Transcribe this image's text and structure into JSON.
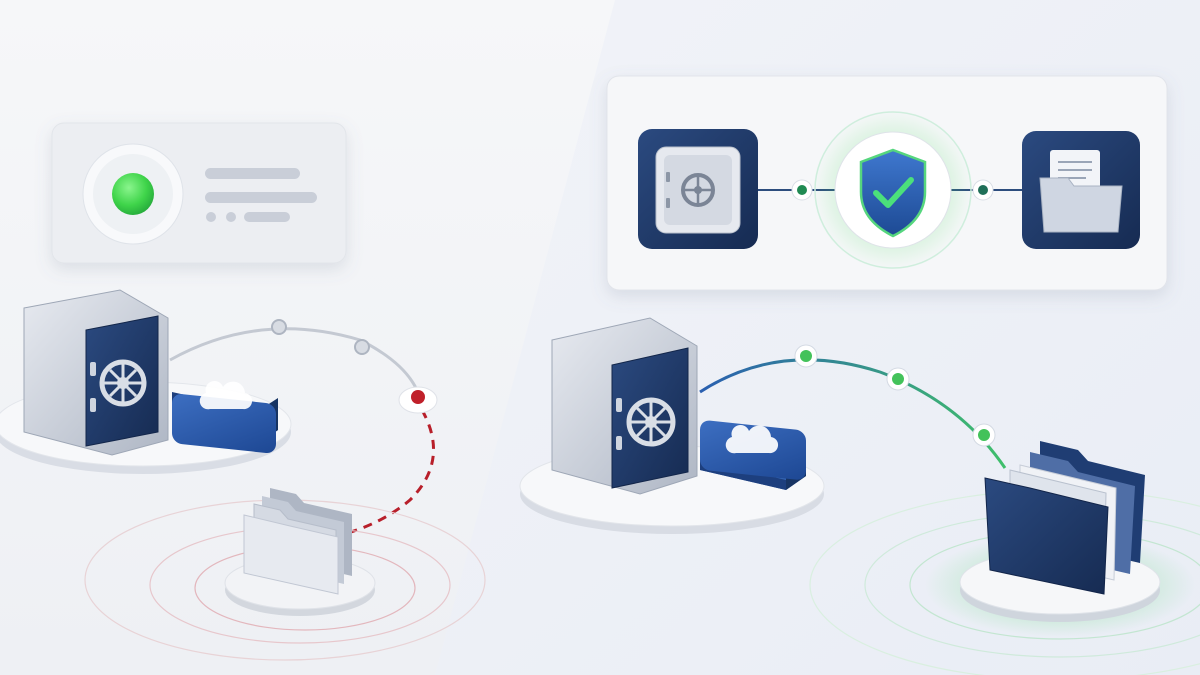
{
  "colors": {
    "background_left": "#f3f4f7",
    "background_right": "#eef1f7",
    "navy": "#1e3a6b",
    "steel": "#c9cfda",
    "status_green": "#3fd44a",
    "status_red": "#c0202a",
    "link_blue": "#2a5fb0",
    "link_green": "#3fbf6b",
    "card_bg": "#f6f7f9"
  },
  "left_scene": {
    "status_card": {
      "indicator": "green-status-dot",
      "placeholder_lines": 3
    },
    "connection": {
      "state": "broken",
      "midpoint": "red-node",
      "line_style": "dashed"
    },
    "icons": [
      "safe-icon",
      "cloud-drive-icon",
      "folder-stack-icon"
    ]
  },
  "right_scene": {
    "flow_card": {
      "steps": [
        "safe-icon",
        "shield-check-icon",
        "folder-icon"
      ],
      "status": "verified"
    },
    "connection": {
      "state": "connected",
      "nodes": 3,
      "line_style": "solid"
    },
    "icons": [
      "safe-icon",
      "cloud-drive-icon",
      "folder-stack-icon"
    ]
  }
}
